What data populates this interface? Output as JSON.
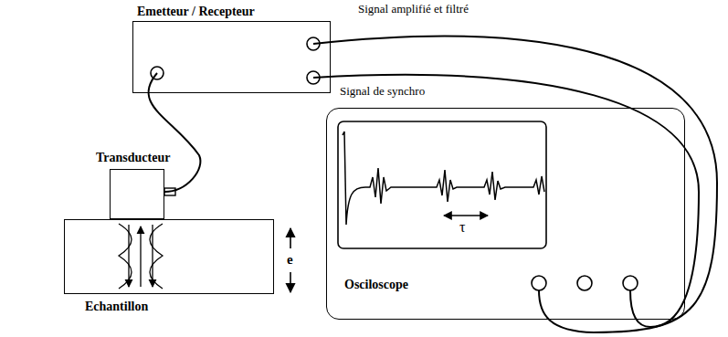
{
  "diagram": {
    "nodes": [
      {
        "text": [
          "Emetteur / Recepteur"
        ]
      },
      {
        "text": [
          "Transducteur"
        ]
      },
      {
        "text": [
          "Echantillon"
        ]
      },
      {
        "text": [
          "Osciloscope"
        ]
      }
    ],
    "edges": [
      {
        "from": 0,
        "to": 1,
        "arrow": "none"
      },
      {
        "from": 0,
        "to": 3,
        "arrow": "none"
      },
      {
        "from": 0,
        "to": 3,
        "arrow": "none"
      }
    ],
    "labels": [
      "Signal amplifié et filtré",
      "Signal de synchro",
      "e",
      "τ"
    ]
  }
}
